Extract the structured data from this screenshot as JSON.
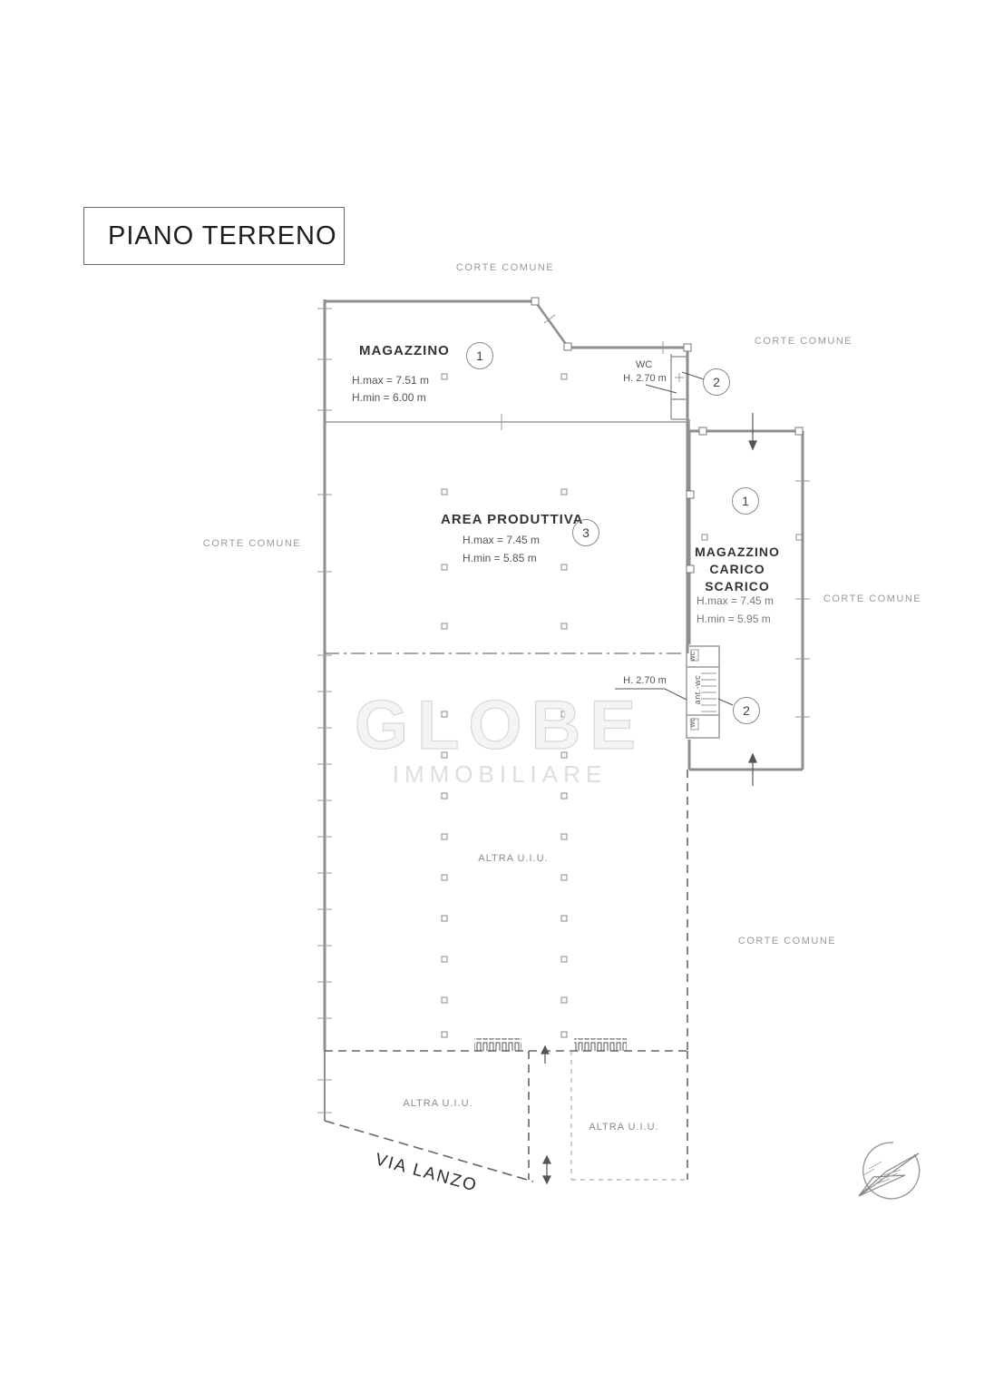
{
  "page": {
    "title_block": "PIANO TERRENO"
  },
  "watermark": {
    "brand": "GLOBE",
    "brand_sub": "IMMOBILIARE"
  },
  "street": {
    "name": "VIA LANZO"
  },
  "courtyards": {
    "top": "CORTE COMUNE",
    "top_right": "CORTE COMUNE",
    "left": "CORTE COMUNE",
    "right": "CORTE COMUNE",
    "bottom_right": "CORTE COMUNE"
  },
  "rooms": {
    "magazzino": {
      "name": "MAGAZZINO",
      "h_max": "H.max = 7.51 m",
      "h_min": "H.min = 6.00 m",
      "unit": "1"
    },
    "wc": {
      "name": "WC",
      "h": "H. 2.70 m",
      "unit": "2"
    },
    "area_produttiva": {
      "name": "AREA PRODUTTIVA",
      "h_max": "H.max = 7.45 m",
      "h_min": "H.min = 5.85 m",
      "unit": "3"
    },
    "magazzino_carico_scarico": {
      "name_lines": [
        "MAGAZZINO",
        "CARICO",
        "SCARICO"
      ],
      "h_max": "H.max = 7.45 m",
      "h_min": "H.min = 5.95 m",
      "unit": "1"
    },
    "sanitari": {
      "h": "H. 2.70 m",
      "unit": "2",
      "wc_top": "wc",
      "ant_wc": "ant.-wc",
      "wc_bottom": "wc"
    },
    "altra_uiu_main": {
      "name": "ALTRA U.I.U."
    },
    "altra_uiu_left": {
      "name": "ALTRA U.I.U."
    },
    "altra_uiu_right": {
      "name": "ALTRA U.I.U."
    }
  },
  "colors": {
    "wall": "#8e8e8e",
    "partition": "#9a9a9a",
    "dashed_boundary": "#666666",
    "label_gray": "#9a9a9a",
    "text_dark": "#2b2b2b",
    "watermark": "#dcdcdc"
  }
}
